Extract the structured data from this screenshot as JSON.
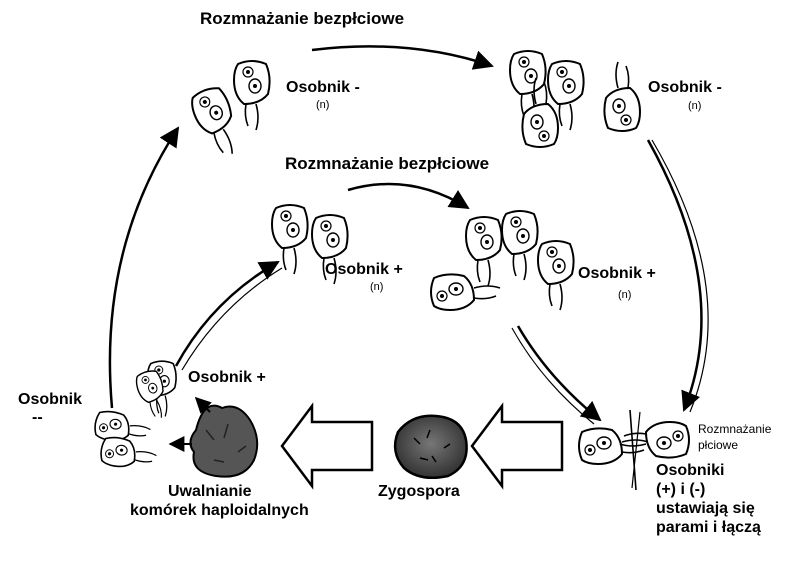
{
  "labels": {
    "top_asexual": "Rozmnażanie bezpłciowe",
    "mid_asexual": "Rozmnażanie bezpłciowe",
    "minus_left": "Osobnik -",
    "minus_left_n": "(n)",
    "minus_right": "Osobnik -",
    "minus_right_n": "(n)",
    "plus_center": "Osobnik +",
    "plus_center_n": "(n)",
    "plus_right": "Osobnik +",
    "plus_right_n": "(n)",
    "plus_bottom": "Osobnik +",
    "minus_bottom": "Osobnik",
    "minus_bottom_mark": "--",
    "release_line1": "Uwalnianie",
    "release_line2": "komórek haploidalnych",
    "zygospore": "Zygospora",
    "sexual_line1": "Rozmnażanie",
    "sexual_line2": "płciowe",
    "pairing_line1": "Osobniki",
    "pairing_line2": "(+) i (-)",
    "pairing_line3": "ustawiają się",
    "pairing_line4": "parami i łączą"
  }
}
